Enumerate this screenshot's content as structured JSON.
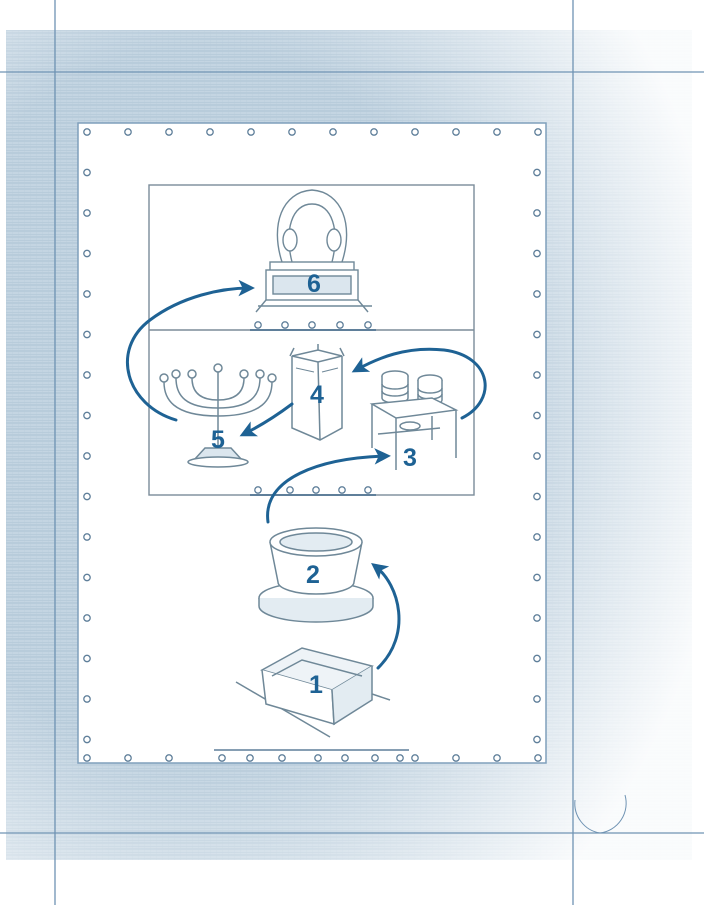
{
  "diagram": {
    "colors": {
      "ink": "#1e6294",
      "sketch": "#6f8898",
      "blueprint_shade": "#9fb8cc",
      "grid_line": "#6f93b3"
    },
    "stations": [
      {
        "number": "1",
        "icon": "ark-box-icon"
      },
      {
        "number": "2",
        "icon": "laver-basin-icon"
      },
      {
        "number": "3",
        "icon": "showbread-table-icon"
      },
      {
        "number": "4",
        "icon": "incense-altar-icon"
      },
      {
        "number": "5",
        "icon": "menorah-icon"
      },
      {
        "number": "6",
        "icon": "ark-of-covenant-icon"
      }
    ]
  }
}
